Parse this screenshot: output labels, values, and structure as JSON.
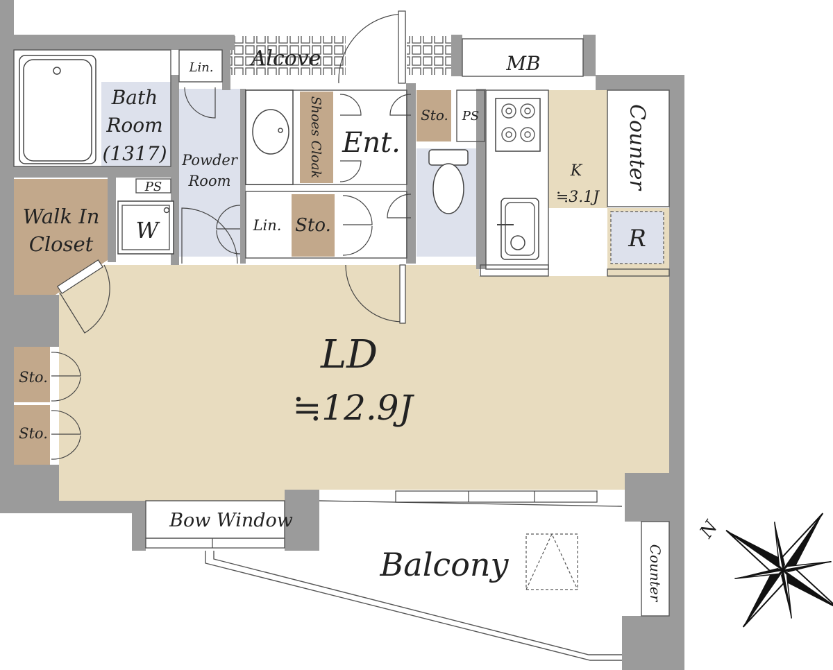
{
  "colors": {
    "living_floor": "#e8dcbf",
    "storage_floor": "#c2a88b",
    "wet_floor": "#dde1ec",
    "wall": "#9b9b9b",
    "tile": "#555555"
  },
  "rooms": {
    "alcove": "Alcove",
    "mb": "MB",
    "lin_top": "Lin.",
    "bath_line1": "Bath",
    "bath_line2": "Room",
    "bath_line3": "(1317)",
    "ps_bath": "PS",
    "powder_line1": "Powder",
    "powder_line2": "Room",
    "washer": "W",
    "walkin_line1": "Walk In",
    "walkin_line2": "Closet",
    "lin_mid": "Lin.",
    "sto_mid": "Sto.",
    "shoes_cloak": "Shoes Cloak",
    "ent": "Ent.",
    "sto_ent": "Sto.",
    "ps_ent": "PS",
    "counter_top": "Counter",
    "kitchen": "K",
    "kitchen_size": "≒3.1J",
    "fridge": "R",
    "ld": "LD",
    "ld_size": "≒12.9J",
    "sto_left1": "Sto.",
    "sto_left2": "Sto.",
    "bow_window": "Bow Window",
    "balcony": "Balcony",
    "counter_balcony": "Counter",
    "north": "N"
  }
}
